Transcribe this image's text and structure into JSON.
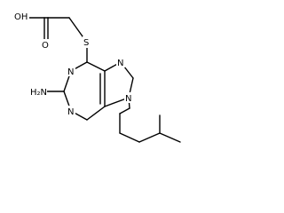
{
  "molecule": {
    "atoms": {
      "oh": "OH",
      "o_carbonyl": "O",
      "s": "S",
      "n1": "N",
      "n3": "N",
      "n7": "N",
      "n9": "N",
      "nh2": "H₂N"
    }
  }
}
